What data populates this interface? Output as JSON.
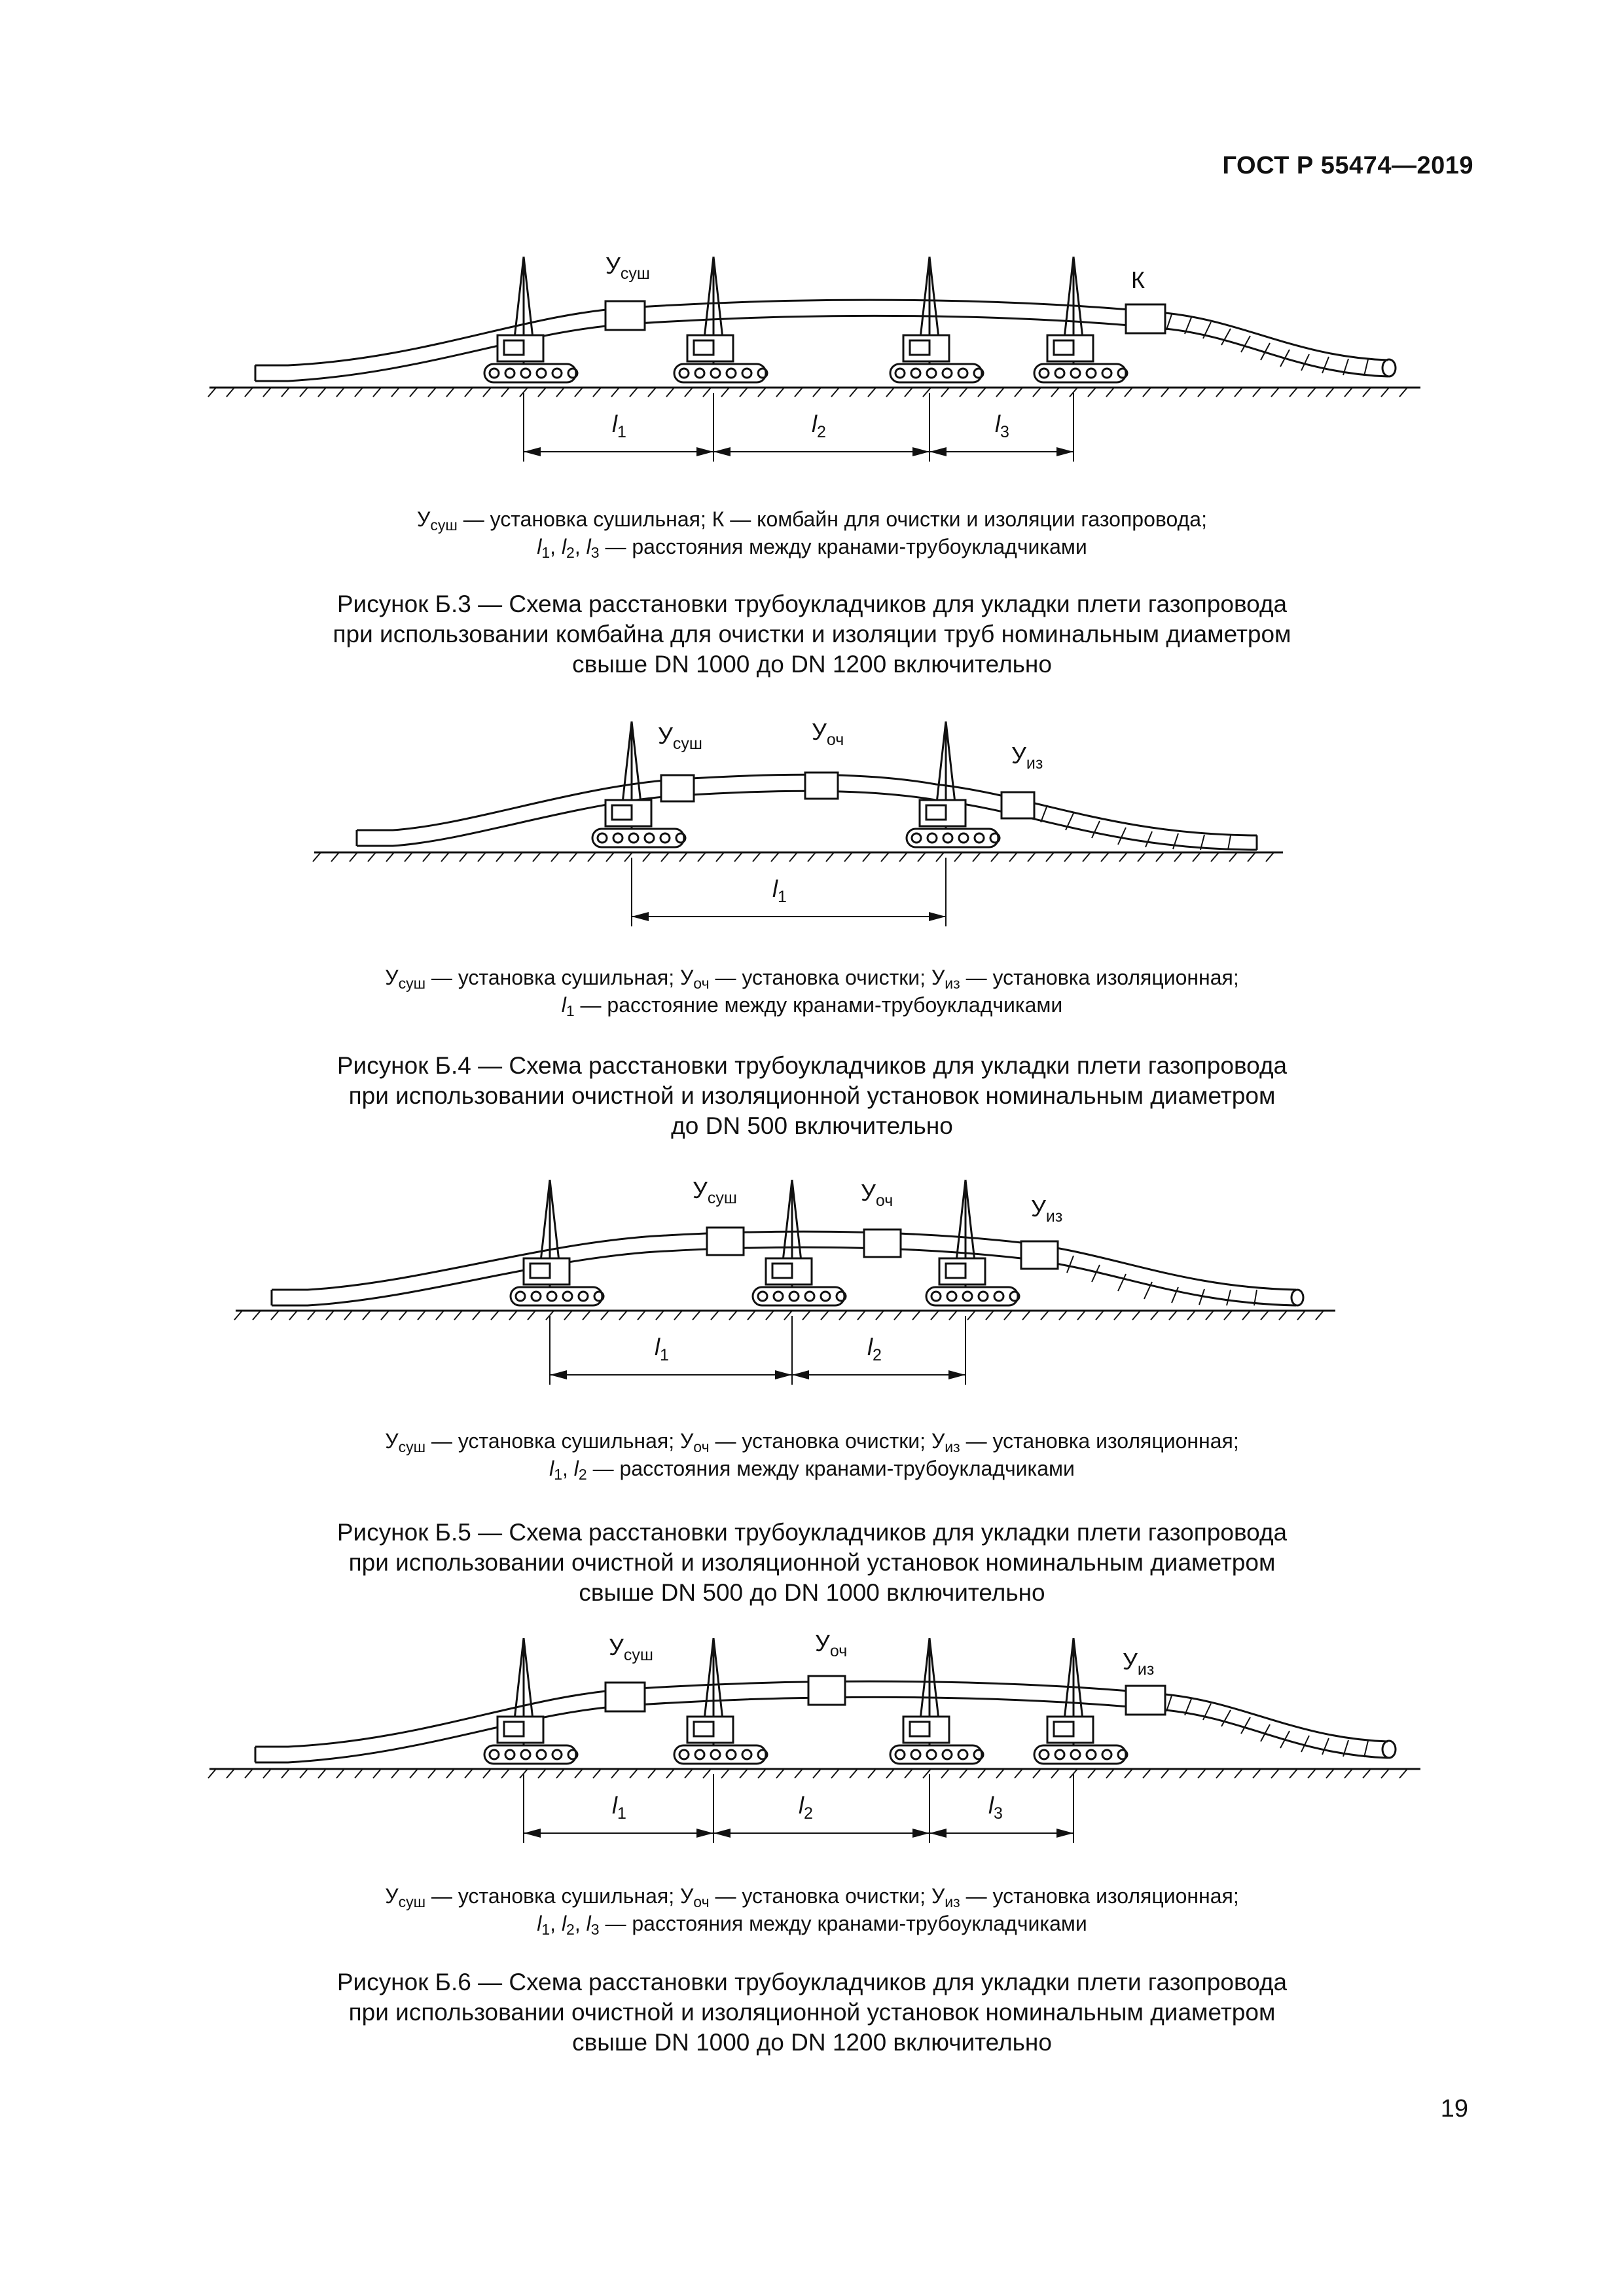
{
  "header": {
    "standard": "ГОСТ Р 55474—2019"
  },
  "page_number": "19",
  "figures": [
    {
      "id": "b3",
      "labels": {
        "u_sush": "У",
        "u_sush_sub": "суш",
        "k": "К"
      },
      "dims": [
        {
          "l": "l",
          "sub": "1"
        },
        {
          "l": "l",
          "sub": "2"
        },
        {
          "l": "l",
          "sub": "3"
        }
      ],
      "legend": {
        "line1": {
          "a": "У",
          "a_sub": "суш",
          "a_text": " — установка сушильная; К — комбайн для очистки и изоляции газопровода;"
        },
        "line2": {
          "vars": [
            "l",
            "l",
            "l"
          ],
          "subs": [
            "1",
            "2",
            "3"
          ],
          "text": " — расстояния между кранами-трубоукладчиками"
        }
      },
      "caption": [
        "Рисунок Б.3 — Схема расстановки трубоукладчиков для укладки плети газопровода",
        "при использовании комбайна для очистки и изоляции труб номинальным диаметром",
        "свыше DN 1000 до DN 1200 включительно"
      ]
    },
    {
      "id": "b4",
      "labels": {
        "u_sush": "У",
        "u_sush_sub": "суш",
        "u_och": "У",
        "u_och_sub": "оч",
        "u_iz": "У",
        "u_iz_sub": "из"
      },
      "dims": [
        {
          "l": "l",
          "sub": "1"
        }
      ],
      "legend": {
        "line1": {
          "a": "У",
          "a_sub": "суш",
          "a_text": " — установка сушильная; ",
          "b": "У",
          "b_sub": "оч",
          "b_text": " — установка очистки; ",
          "c": "У",
          "c_sub": "из",
          "c_text": " — установка изоляционная;"
        },
        "line2": {
          "vars": [
            "l"
          ],
          "subs": [
            "1"
          ],
          "text": " — расстояние между кранами-трубоукладчиками"
        }
      },
      "caption": [
        "Рисунок Б.4 — Схема расстановки трубоукладчиков для укладки плети газопровода",
        "при использовании очистной и изоляционной установок номинальным диаметром",
        "до DN 500 включительно"
      ]
    },
    {
      "id": "b5",
      "labels": {
        "u_sush": "У",
        "u_sush_sub": "суш",
        "u_och": "У",
        "u_och_sub": "оч",
        "u_iz": "У",
        "u_iz_sub": "из"
      },
      "dims": [
        {
          "l": "l",
          "sub": "1"
        },
        {
          "l": "l",
          "sub": "2"
        }
      ],
      "legend": {
        "line1": {
          "a": "У",
          "a_sub": "суш",
          "a_text": " — установка сушильная; ",
          "b": "У",
          "b_sub": "оч",
          "b_text": " — установка очистки; ",
          "c": "У",
          "c_sub": "из",
          "c_text": " — установка изоляционная;"
        },
        "line2": {
          "vars": [
            "l",
            "l"
          ],
          "subs": [
            "1",
            "2"
          ],
          "text": " — расстояния между кранами-трубоукладчиками"
        }
      },
      "caption": [
        "Рисунок Б.5 — Схема расстановки трубоукладчиков для укладки плети газопровода",
        "при использовании очистной и изоляционной установок номинальным диаметром",
        "свыше DN 500 до DN 1000 включительно"
      ]
    },
    {
      "id": "b6",
      "labels": {
        "u_sush": "У",
        "u_sush_sub": "суш",
        "u_och": "У",
        "u_och_sub": "оч",
        "u_iz": "У",
        "u_iz_sub": "из"
      },
      "dims": [
        {
          "l": "l",
          "sub": "1"
        },
        {
          "l": "l",
          "sub": "2"
        },
        {
          "l": "l",
          "sub": "3"
        }
      ],
      "legend": {
        "line1": {
          "a": "У",
          "a_sub": "суш",
          "a_text": " — установка сушильная; ",
          "b": "У",
          "b_sub": "оч",
          "b_text": " — установка очистки; ",
          "c": "У",
          "c_sub": "из",
          "c_text": " — установка изоляционная;"
        },
        "line2": {
          "vars": [
            "l",
            "l",
            "l"
          ],
          "subs": [
            "1",
            "2",
            "3"
          ],
          "text": " — расстояния между кранами-трубоукладчиками"
        }
      },
      "caption": [
        "Рисунок Б.6 — Схема расстановки трубоукладчиков для укладки плети газопровода",
        "при использовании очистной и изоляционной установок номинальным диаметром",
        "свыше DN 1000 до DN 1200 включительно"
      ]
    }
  ]
}
